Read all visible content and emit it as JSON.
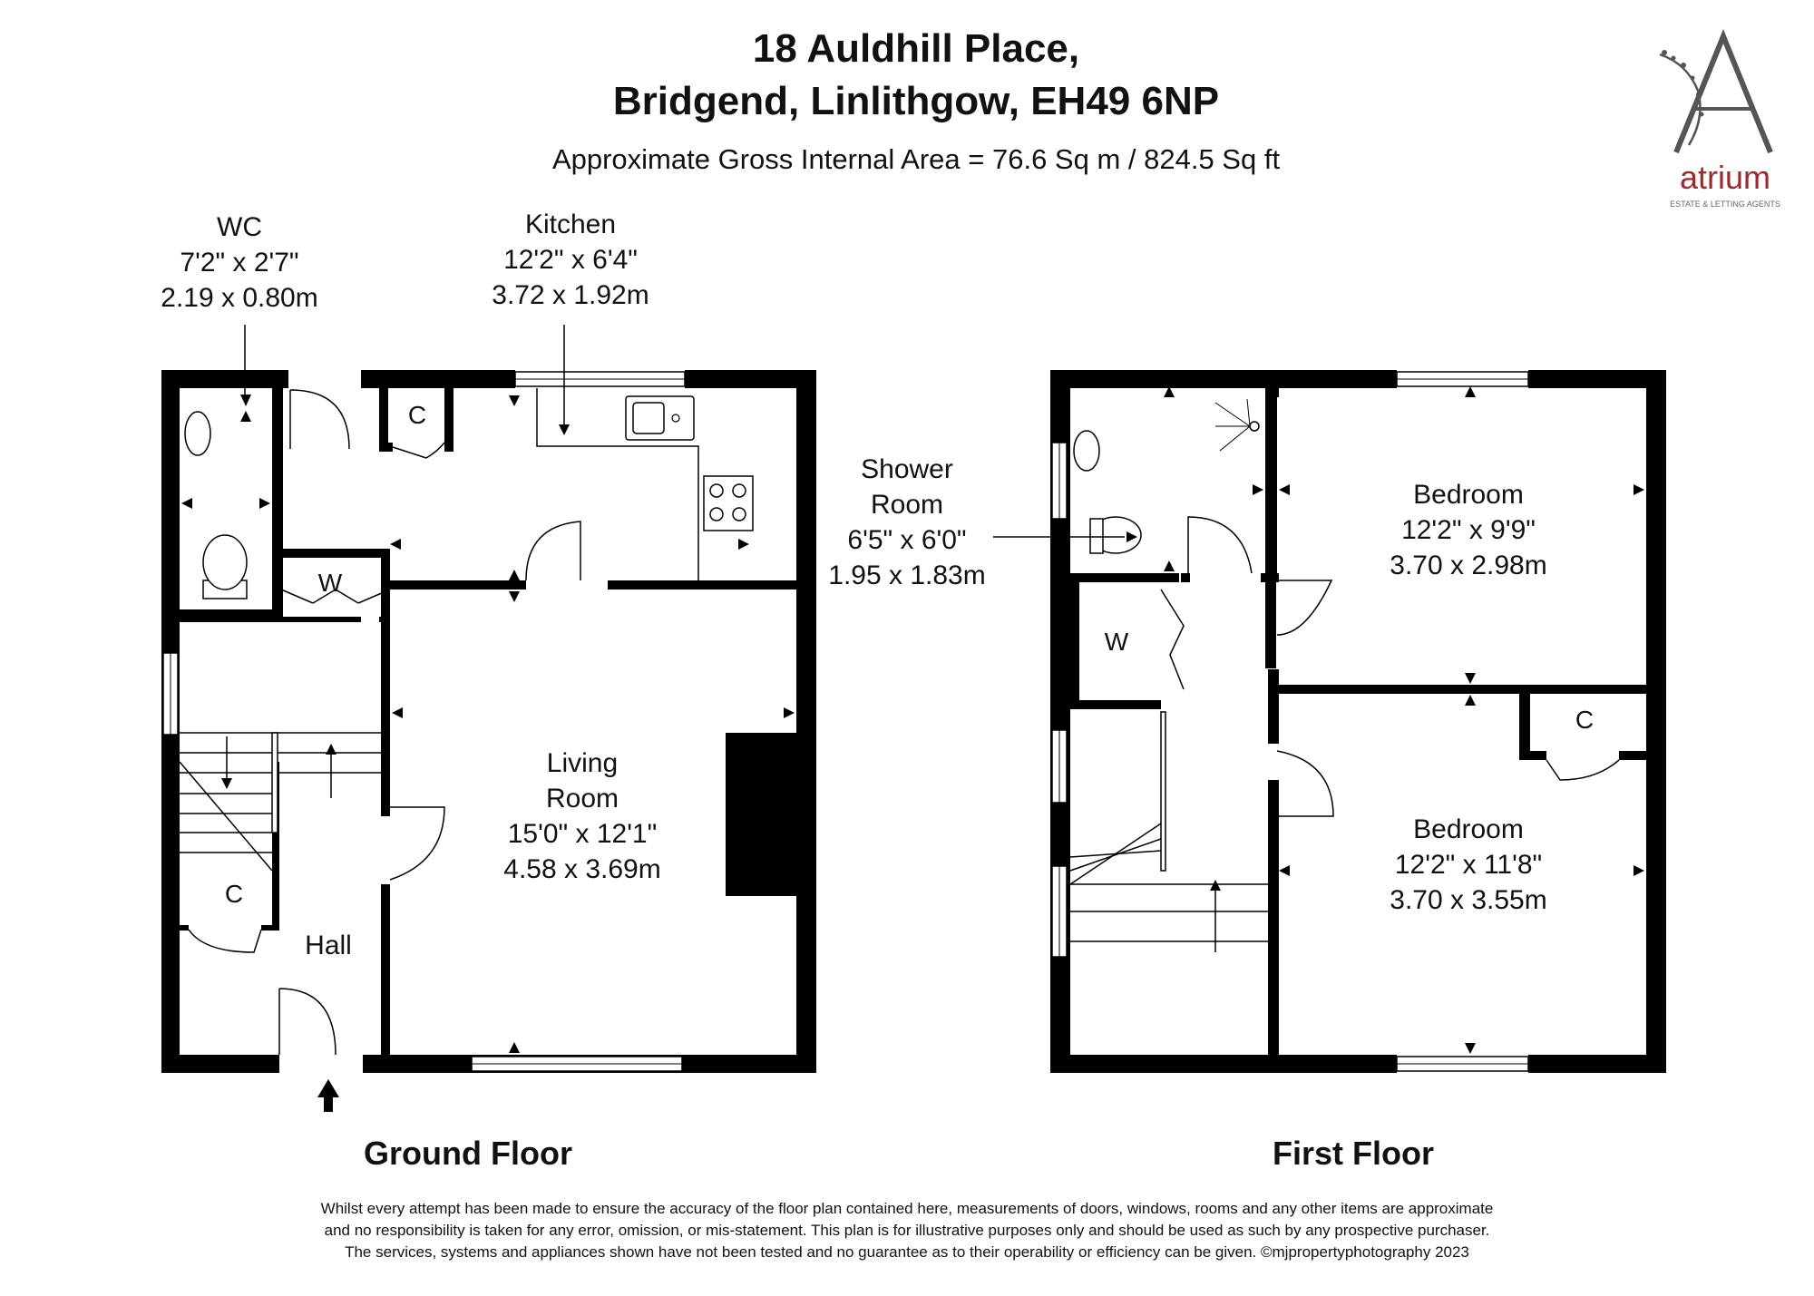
{
  "header": {
    "address_line1": "18 Auldhill Place,",
    "address_line2": "Bridgend, Linlithgow, EH49 6NP",
    "area": "Approximate Gross Internal Area = 76.6 Sq m / 824.5 Sq ft"
  },
  "logo": {
    "letter": "A",
    "name": "atrium",
    "tagline": "ESTATE & LETTING AGENTS",
    "color": "#9b2a2a"
  },
  "ground_floor": {
    "title": "Ground Floor",
    "rooms": {
      "wc": {
        "name": "WC",
        "imperial": "7'2\" x 2'7\"",
        "metric": "2.19 x 0.80m"
      },
      "kitchen": {
        "name": "Kitchen",
        "imperial": "12'2\" x 6'4\"",
        "metric": "3.72 x 1.92m"
      },
      "living": {
        "name_line1": "Living",
        "name_line2": "Room",
        "imperial": "15'0\" x 12'1\"",
        "metric": "4.58 x 3.69m"
      },
      "hall": {
        "name": "Hall"
      }
    },
    "cupboards": {
      "c_kitchen": "C",
      "w_wardrobe": "W",
      "c_stairs": "C"
    }
  },
  "first_floor": {
    "title": "First Floor",
    "rooms": {
      "shower": {
        "name_line1": "Shower",
        "name_line2": "Room",
        "imperial": "6'5\" x 6'0\"",
        "metric": "1.95 x 1.83m"
      },
      "bedroom1": {
        "name": "Bedroom",
        "imperial": "12'2\" x 9'9\"",
        "metric": "3.70 x 2.98m"
      },
      "bedroom2": {
        "name": "Bedroom",
        "imperial": "12'2\" x 11'8\"",
        "metric": "3.70 x 3.55m"
      }
    },
    "cupboards": {
      "w_wardrobe": "W",
      "c_bedroom": "C"
    }
  },
  "disclaimer": {
    "line1": "Whilst every attempt has been made to ensure the accuracy of the floor plan contained here, measurements of doors, windows, rooms and any other items are approximate",
    "line2": "and no responsibility is taken for any error, omission, or mis-statement. This plan is for illustrative purposes only and should be used as such by any prospective purchaser.",
    "line3": "The services, systems and appliances shown have not been tested and no guarantee as to their operability or efficiency can be given. ©mjpropertyphotography 2023"
  }
}
